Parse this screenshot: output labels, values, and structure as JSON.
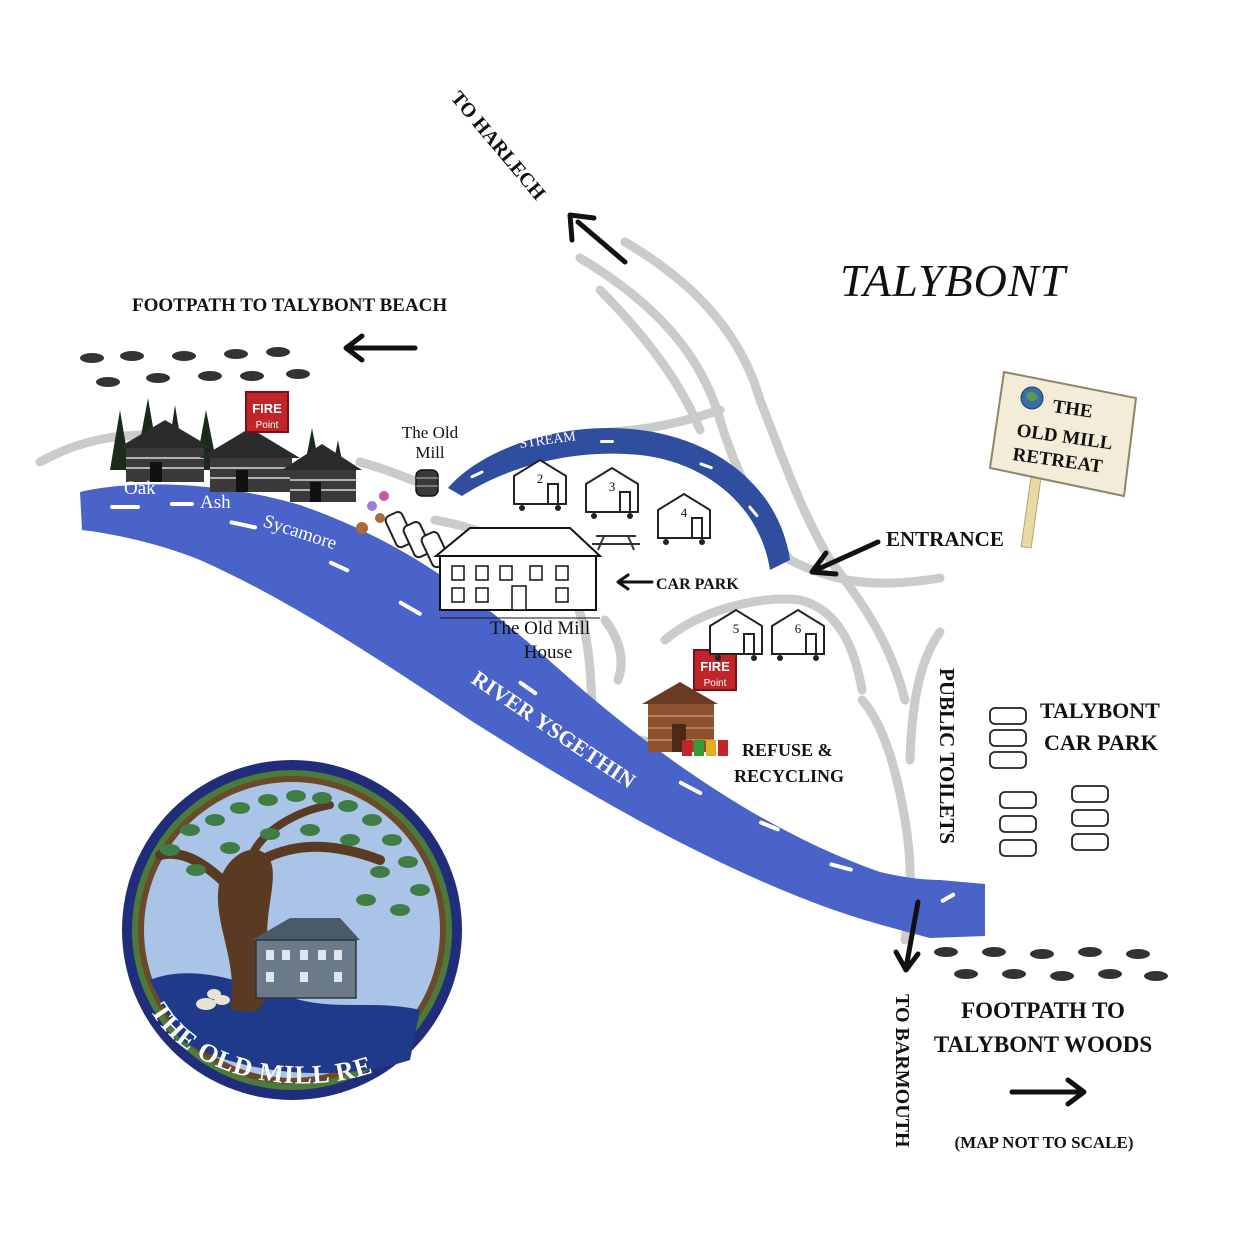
{
  "title": "TALYBONT",
  "colors": {
    "river": "#4a63c9",
    "stream": "#2f4ea0",
    "road": "#c9ccc8",
    "fire_point": "#c0252a",
    "sign_board": "#f2ecd8",
    "logo_ring_outer": "#1f2d7a",
    "logo_ring_inner": "#4c7a3a",
    "logo_sky": "#a9c4e6",
    "tree_leaf": "#3f7d44"
  },
  "labels": {
    "to_harlech": "TO HARLECH",
    "footpath_beach": "FOOTPATH TO TALYBONT BEACH",
    "the_old_mill": [
      "The Old",
      "Mill"
    ],
    "stream": "STREAM",
    "entrance": "ENTRANCE",
    "car_park": "CAR PARK",
    "old_mill_house": [
      "The Old Mill",
      "House"
    ],
    "river": "RIVER YSGETHIN",
    "refuse": [
      "REFUSE &",
      "RECYCLING"
    ],
    "public_toilets": "PUBLIC TOILETS",
    "talybont_car_park": [
      "TALYBONT",
      "CAR PARK"
    ],
    "to_barmouth": "TO BARMOUTH",
    "footpath_woods": [
      "FOOTPATH TO",
      "TALYBONT WOODS"
    ],
    "not_to_scale": "(MAP NOT TO SCALE)"
  },
  "cabins_named": [
    "Oak",
    "Ash",
    "Sycamore"
  ],
  "cabins_numbered": [
    "2",
    "3",
    "4",
    "5",
    "6"
  ],
  "fire_point": {
    "line1": "FIRE",
    "line2": "Point"
  },
  "sign": [
    "THE",
    "OLD MILL",
    "RETREAT"
  ],
  "logo_text": "THE OLD MILL RETREAT",
  "icons": [
    "footprints-icon",
    "arrow-icon",
    "fire-point-sign",
    "log-cabin-icon",
    "tiny-house-icon",
    "picnic-table-icon",
    "parked-car-icon",
    "recycling-bins-icon",
    "globe-icon"
  ]
}
